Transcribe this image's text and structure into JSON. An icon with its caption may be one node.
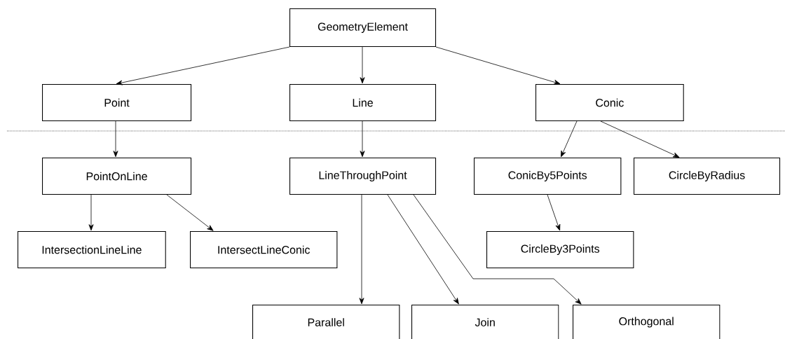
{
  "diagram": {
    "nodes": [
      {
        "text": [
          "GeometryElement"
        ]
      },
      {
        "text": [
          "Point"
        ]
      },
      {
        "text": [
          "Line"
        ]
      },
      {
        "text": [
          "Conic"
        ]
      },
      {
        "text": [
          "PointOnLine"
        ]
      },
      {
        "text": [
          "LineThroughPoint"
        ]
      },
      {
        "text": [
          "ConicBy5Points"
        ]
      },
      {
        "text": [
          "CircleByRadius"
        ]
      },
      {
        "text": [
          "IntersectionLineLine"
        ]
      },
      {
        "text": [
          "IntersectLineConic"
        ]
      },
      {
        "text": [
          "CircleBy3Points"
        ]
      },
      {
        "text": [
          "Parallel"
        ]
      },
      {
        "text": [
          "Join"
        ]
      },
      {
        "text": [
          "Orthogonal"
        ]
      }
    ],
    "edges": [
      {
        "from": 0,
        "to": 1,
        "arrow": "to"
      },
      {
        "from": 0,
        "to": 2,
        "arrow": "to"
      },
      {
        "from": 0,
        "to": 3,
        "arrow": "to"
      },
      {
        "from": 1,
        "to": 4,
        "arrow": "to"
      },
      {
        "from": 2,
        "to": 5,
        "arrow": "to"
      },
      {
        "from": 3,
        "to": 6,
        "arrow": "to"
      },
      {
        "from": 3,
        "to": 7,
        "arrow": "to"
      },
      {
        "from": 4,
        "to": 8,
        "arrow": "to"
      },
      {
        "from": 4,
        "to": 9,
        "arrow": "to"
      },
      {
        "from": 5,
        "to": 11,
        "arrow": "to"
      },
      {
        "from": 5,
        "to": 12,
        "arrow": "to"
      },
      {
        "from": 5,
        "to": 13,
        "arrow": "to"
      },
      {
        "from": 6,
        "to": 10,
        "arrow": "to"
      }
    ]
  }
}
